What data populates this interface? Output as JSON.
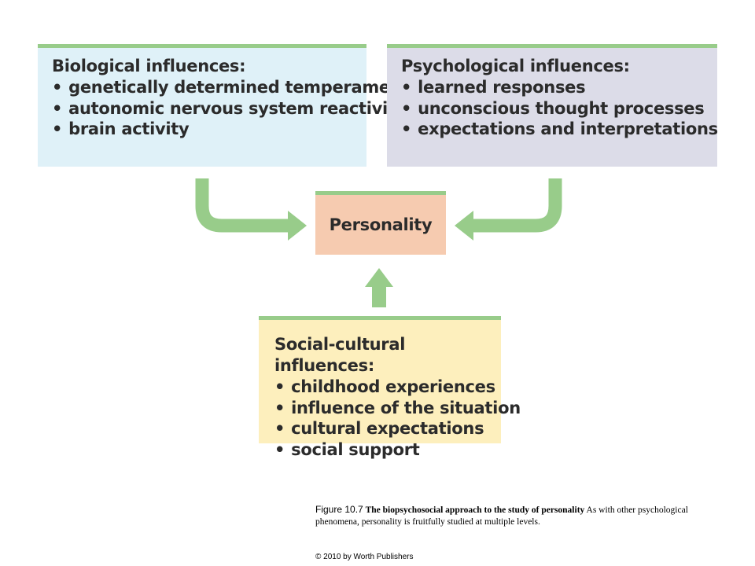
{
  "biological": {
    "title": "Biological influences:",
    "items": [
      "genetically determined temperament",
      "autonomic nervous system reactivity",
      "brain activity"
    ]
  },
  "psychological": {
    "title": "Psychological influences:",
    "items": [
      "learned responses",
      "unconscious thought processes",
      "expectations and interpretations"
    ]
  },
  "social": {
    "title": "Social-cultural influences:",
    "items": [
      "childhood experiences",
      "influence of the situation",
      "cultural expectations",
      "social support"
    ]
  },
  "center": {
    "label": "Personality"
  },
  "caption": {
    "figure_number": "Figure 10.7",
    "figure_title": "The biopsychosocial approach to the study of personality",
    "text": "As with other psychological phenomena, personality is fruitfully studied at multiple levels."
  },
  "copyright": "© 2010 by Worth Publishers",
  "colors": {
    "accent_green": "#98cc8a",
    "biological_bg": "#dff1f8",
    "psychological_bg": "#dcdce8",
    "personality_bg": "#f6cbb0",
    "social_bg": "#fdefbd"
  }
}
